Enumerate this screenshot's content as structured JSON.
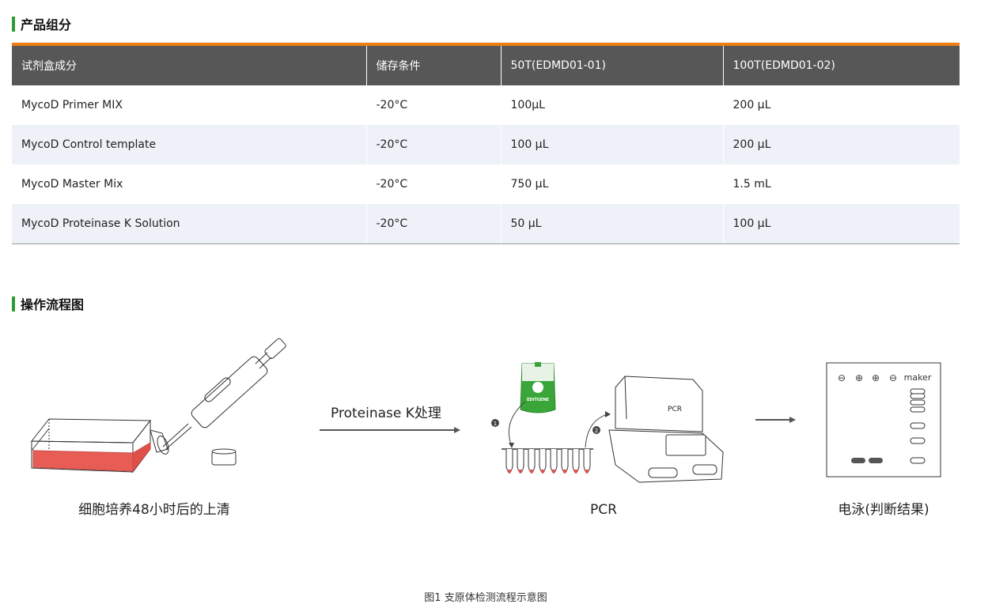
{
  "sections": {
    "components_title": "产品组分",
    "workflow_title": "操作流程图"
  },
  "table": {
    "headers": [
      "试剂盒成分",
      "储存条件",
      "50T(EDMD01-01)",
      "100T(EDMD01-02)"
    ],
    "rows": [
      [
        "MycoD Primer MIX",
        "-20°C",
        "100μL",
        "200 μL"
      ],
      [
        "MycoD Control template",
        "-20°C",
        "100 μL",
        "200 μL"
      ],
      [
        "MycoD Master Mix",
        "-20°C",
        "750 μL",
        "1.5 mL"
      ],
      [
        "MycoD Proteinase K Solution",
        "-20°C",
        "50 μL",
        "100 μL"
      ]
    ]
  },
  "workflow": {
    "step1_caption": "细胞培养48小时后的上清",
    "arrow1_label": "Proteinase K处理",
    "step2_caption": "PCR",
    "pcr_machine_label": "PCR",
    "bag_label": "EDITGENE",
    "step_markers": [
      "1",
      "2"
    ],
    "step3_caption": "电泳(判断结果)",
    "gel_markers": [
      "⊖",
      "⊕",
      "⊕",
      "⊖"
    ],
    "gel_maker_label": "maker"
  },
  "figure_caption": "图1 支原体检测流程示意图",
  "colors": {
    "accent_green": "#2e9b3a",
    "accent_orange": "#ef7d11",
    "header_gray": "#575757",
    "row_stripe": "#eef1f8",
    "culture_red": "#e85c56"
  }
}
